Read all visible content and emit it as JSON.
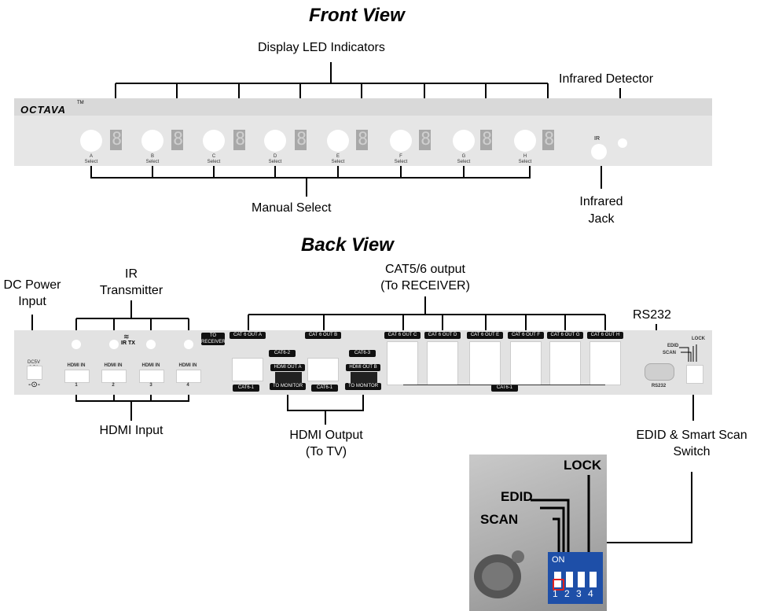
{
  "front": {
    "title": "Front View",
    "logo": "OCTAVA",
    "logo_tm": "TM",
    "callout_led": "Display LED Indicators",
    "callout_ir_detector": "Infrared Detector",
    "callout_manual": "Manual Select",
    "callout_ir_jack_1": "Infrared",
    "callout_ir_jack_2": "Jack",
    "ir_label": "IR",
    "selects": [
      {
        "letter": "A",
        "word": "Select"
      },
      {
        "letter": "B",
        "word": "Select"
      },
      {
        "letter": "C",
        "word": "Select"
      },
      {
        "letter": "D",
        "word": "Select"
      },
      {
        "letter": "E",
        "word": "Select"
      },
      {
        "letter": "F",
        "word": "Select"
      },
      {
        "letter": "G",
        "word": "Select"
      },
      {
        "letter": "H",
        "word": "Select"
      }
    ]
  },
  "back": {
    "title": "Back View",
    "callout_dc_1": "DC Power",
    "callout_dc_2": "Input",
    "callout_ir_tx_1": "IR",
    "callout_ir_tx_2": "Transmitter",
    "callout_cat_1": "CAT5/6 output",
    "callout_cat_2": "(To RECEIVER)",
    "callout_rs232": "RS232",
    "callout_hdmi_in": "HDMI Input",
    "callout_hdmi_out_1": "HDMI Output",
    "callout_hdmi_out_2": "(To TV)",
    "callout_edid_1": "EDID & Smart Scan",
    "callout_edid_2": "Switch",
    "dc_small": "DC5V 2.5A",
    "ir_tx": "IR TX",
    "to_receiver_1": "TO",
    "to_receiver_2": "RECEIVER",
    "hdmi_in_label": "HDMI IN",
    "hdmi_in_numbers": [
      "1",
      "2",
      "3",
      "4"
    ],
    "cat_out_labels": [
      "CAT 6 OUT A",
      "CAT 6 OUT B",
      "CAT 6 OUT C",
      "CAT 6 OUT D",
      "CAT 6 OUT E",
      "CAT 6 OUT F",
      "CAT 6 OUT G",
      "CAT 6 OUT H"
    ],
    "cat6_2": "CAT6-2",
    "cat6_3": "CAT6-3",
    "cat6_1": "CAT6-1",
    "hdmi_out_a": "HDMI OUT A",
    "hdmi_out_b": "HDMI OUT B",
    "to_monitor": "TO MONITOR",
    "rs232_small": "RS232",
    "sw_edid": "EDID",
    "sw_scan": "SCAN",
    "sw_lock": "LOCK"
  },
  "inset": {
    "lock": "LOCK",
    "edid": "EDID",
    "scan": "SCAN",
    "on": "ON",
    "numbers": [
      "1",
      "2",
      "3",
      "4"
    ]
  }
}
